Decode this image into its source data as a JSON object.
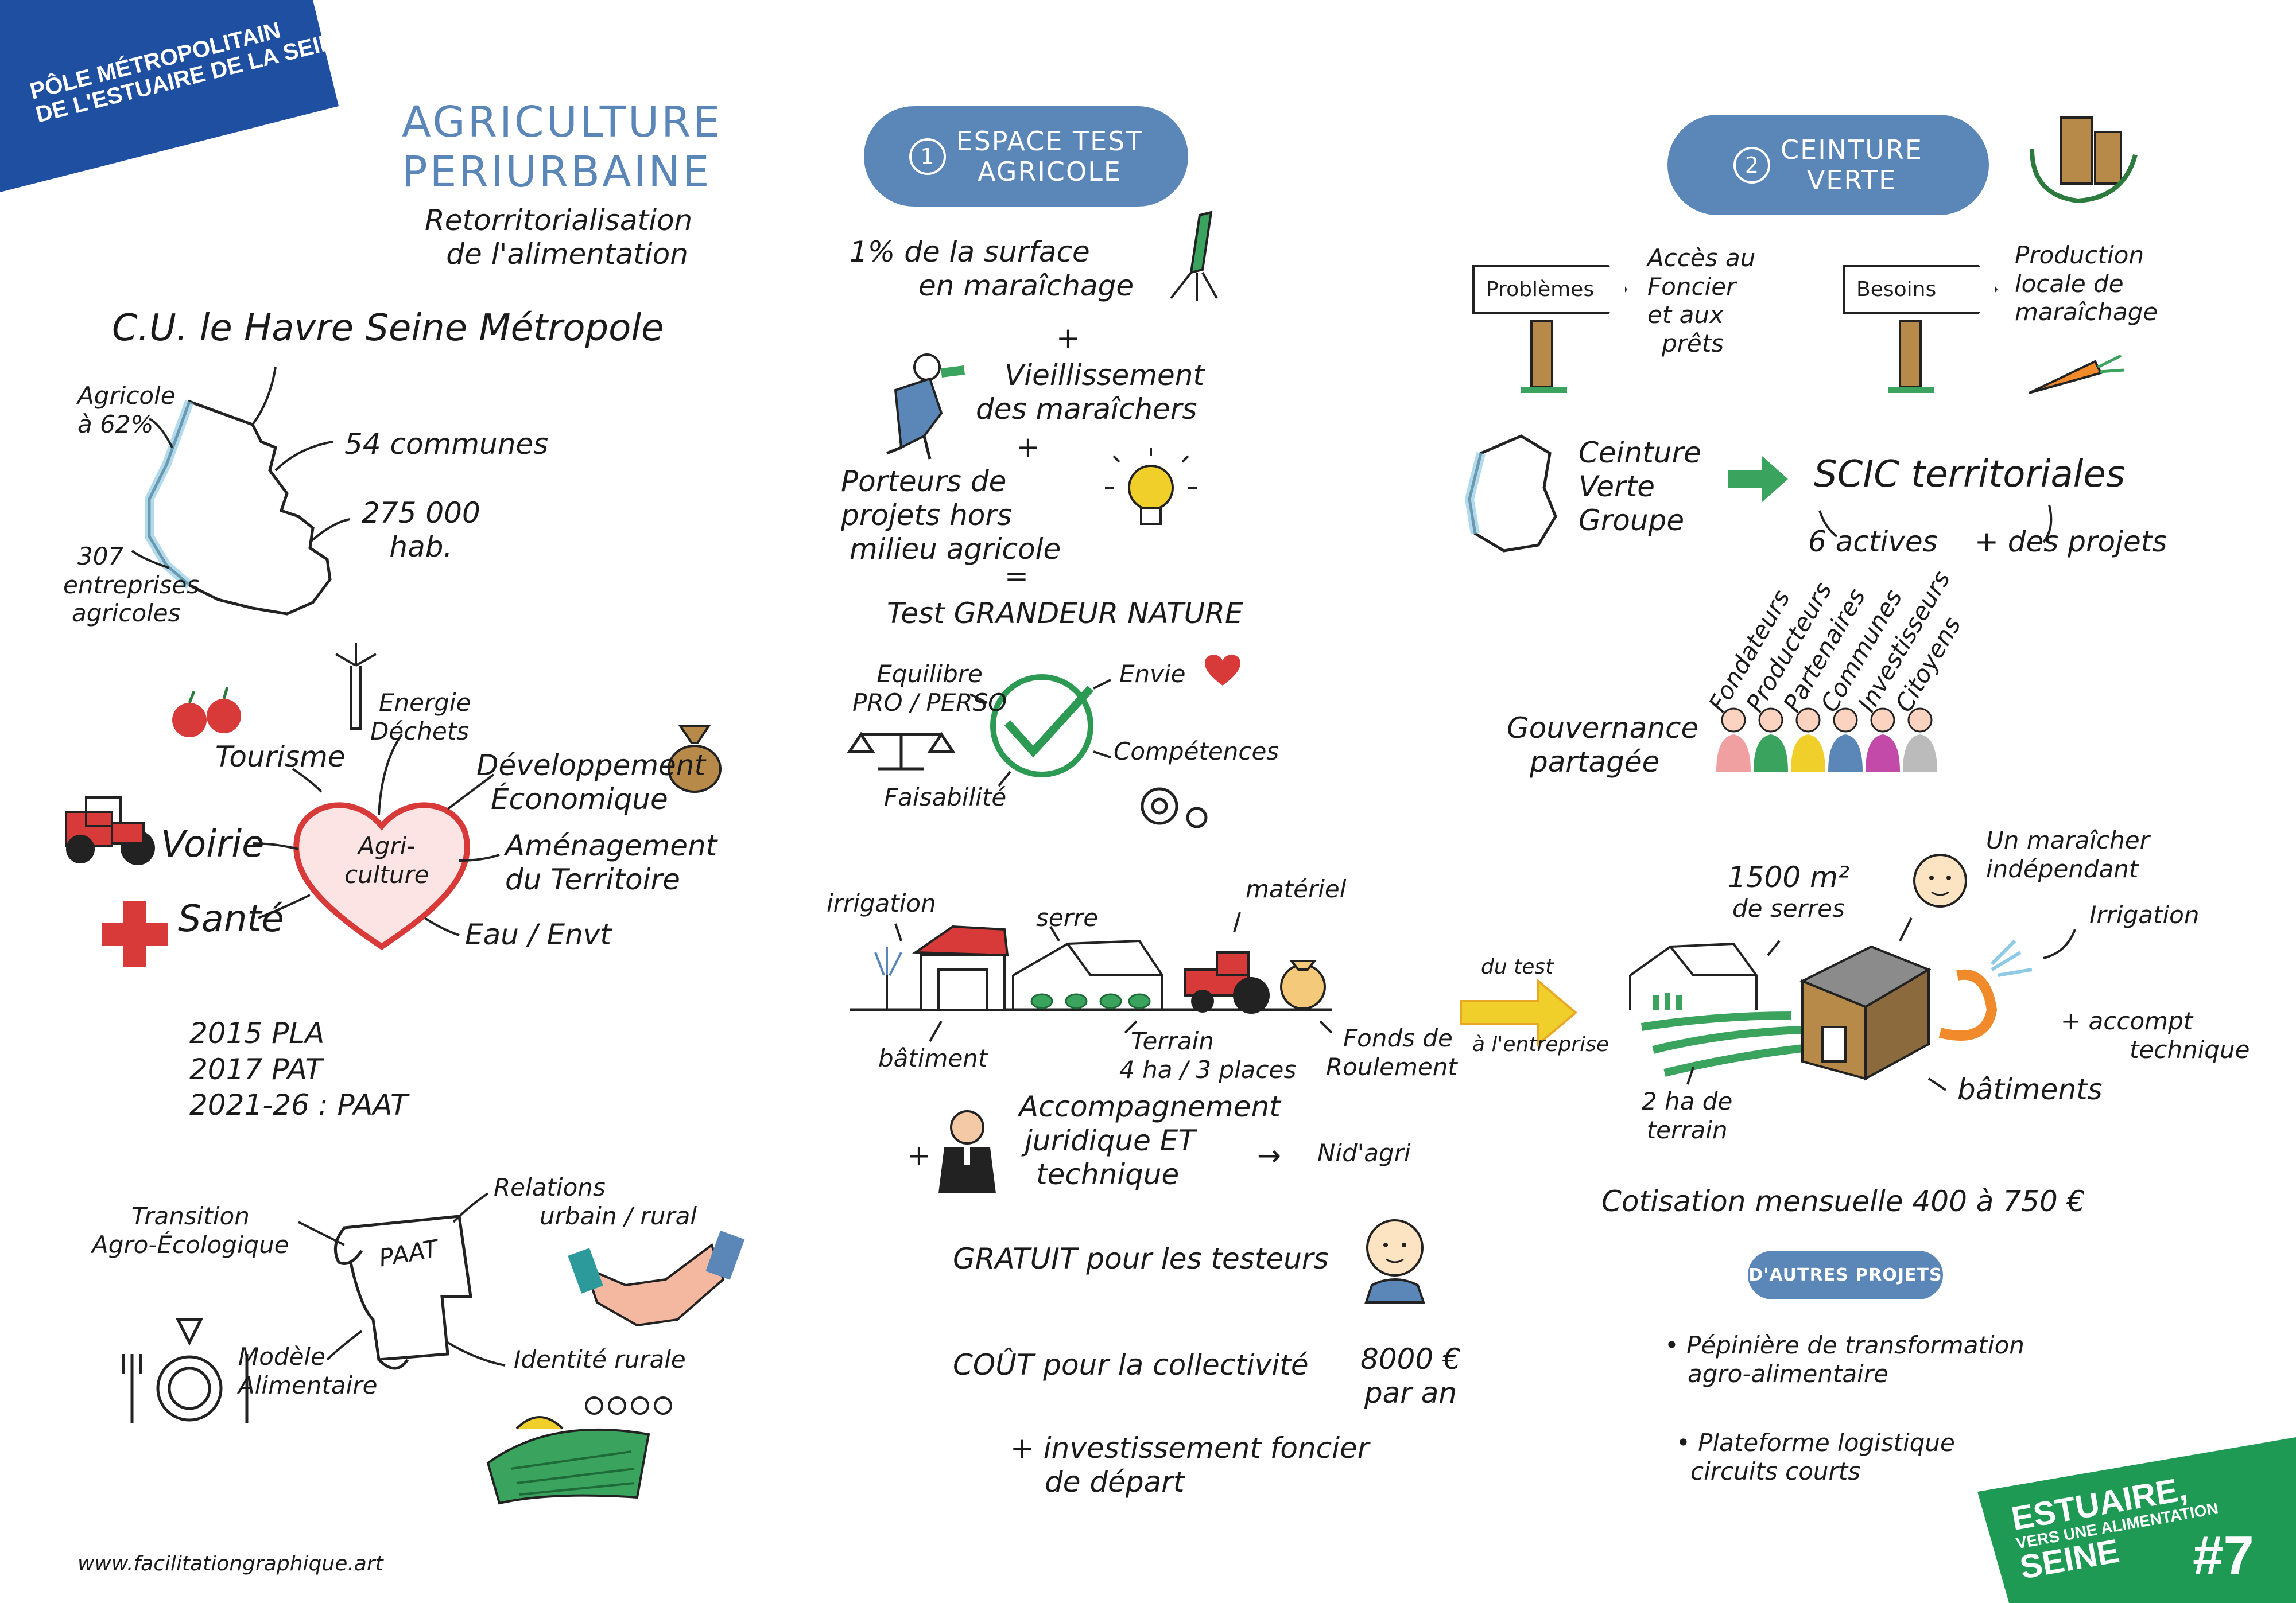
{
  "corner_banner": {
    "line1": "PÔLE MÉTROPOLITAIN",
    "line2": "DE L'ESTUAIRE DE LA SEINE",
    "color": "#1f4fa0"
  },
  "title": {
    "line1": "AGRICULTURE",
    "line2": "PERIURBAINE",
    "subtitle1": "Retorritorialisation",
    "subtitle2": "de l'alimentation"
  },
  "territory": {
    "name": "C.U. le Havre Seine Métropole",
    "agricole": [
      "Agricole",
      "à 62%"
    ],
    "communes": "54 communes",
    "habitants": [
      "275 000",
      "hab."
    ],
    "entreprises": [
      "307",
      "entreprises",
      "agricoles"
    ]
  },
  "heart": {
    "center": [
      "Agri-",
      "culture"
    ],
    "tourisme": "Tourisme",
    "energie": [
      "Energie",
      "Déchets"
    ],
    "developpement": [
      "Développement",
      "Économique"
    ],
    "voirie": "Voirie",
    "amenagement": [
      "Aménagement",
      "du Territoire"
    ],
    "sante": "Santé",
    "eau": "Eau / Envt"
  },
  "timeline": [
    "2015 PLA",
    "2017 PAT",
    "2021-26 : PAAT"
  ],
  "paat": {
    "scroll": "PAAT",
    "transition": [
      "Transition",
      "Agro-Écologique"
    ],
    "relations": [
      "Relations",
      "urbain / rural"
    ],
    "modele": [
      "Modèle",
      "Alimentaire"
    ],
    "identite": "Identité rurale"
  },
  "footer_url": "www.facilitationgraphique.art",
  "section1": {
    "number": "1",
    "title": [
      "ESPACE TEST",
      "AGRICOLE"
    ],
    "lines": {
      "surface": [
        "1% de la surface",
        "en maraîchage"
      ],
      "plus1": "+",
      "vieillissement": [
        "Vieillissement",
        "des maraîchers"
      ],
      "plus2": "+",
      "porteurs": [
        "Porteurs de",
        "projets hors",
        "milieu agricole"
      ],
      "equals": "=",
      "test": "Test GRANDEUR NATURE"
    },
    "check": {
      "equilibre": [
        "Equilibre",
        "PRO / PERSO"
      ],
      "envie": "Envie",
      "competences": "Compétences",
      "faisabilite": "Faisabilité"
    },
    "farm": {
      "irrigation": "irrigation",
      "serre": "serre",
      "materiel": "matériel",
      "batiment": "bâtiment",
      "terrain": [
        "Terrain",
        "4 ha / 3 places"
      ],
      "fonds": [
        "Fonds de",
        "Roulement"
      ]
    },
    "accompagnement": {
      "plus": "+",
      "text": [
        "Accompagnement",
        "juridique ET",
        "technique"
      ],
      "arrow": "→",
      "target": "Nid'agri"
    },
    "gratuit": "GRATUIT pour les testeurs",
    "cout": "COÛT pour la collectivité",
    "cout_value": [
      "8000 €",
      "par an"
    ],
    "investissement": [
      "+ investissement foncier",
      "de départ"
    ]
  },
  "section2": {
    "number": "2",
    "title": [
      "CEINTURE",
      "VERTE"
    ],
    "problemes": "Problèmes",
    "acces": [
      "Accès au",
      "Foncier",
      "et aux",
      "prêts"
    ],
    "besoins": "Besoins",
    "production": [
      "Production",
      "locale de",
      "maraîchage"
    ],
    "ceinture_groupe": [
      "Ceinture",
      "Verte",
      "Groupe"
    ],
    "scic": "SCIC territoriales",
    "actives": "6 actives",
    "projets": "+ des projets",
    "gouvernance": [
      "Gouvernance",
      "partagée"
    ],
    "stakeholders": [
      "Fondateurs",
      "Producteurs",
      "Partenaires",
      "Communes",
      "Investisseurs",
      "Citoyens"
    ],
    "du_test": [
      "du test",
      "à l'entreprise"
    ],
    "serres": [
      "1500 m²",
      "de serres"
    ],
    "maraicher": [
      "Un maraîcher",
      "indépendant"
    ],
    "irrigation": "Irrigation",
    "accompt": [
      "+ accompt",
      "technique"
    ],
    "terrain": [
      "2 ha de",
      "terrain"
    ],
    "batiments": "bâtiments",
    "cotisation": "Cotisation mensuelle 400 à 750 €",
    "autres_label": "D'AUTRES PROJETS",
    "autres": [
      [
        "• Pépinière de transformation",
        "agro-alimentaire"
      ],
      [
        "• Plateforme logistique",
        "circuits courts"
      ]
    ]
  },
  "corner_badge": {
    "line1": "ESTUAIRE,",
    "line2": "VERS UNE ALIMENTATION",
    "line3": "SEINE",
    "number": "#7",
    "color": "#1f9a55"
  },
  "colors": {
    "blue": "#5b86b8",
    "red": "#d83a3a",
    "green": "#2c9a52",
    "yellow": "#f1cf2a"
  }
}
